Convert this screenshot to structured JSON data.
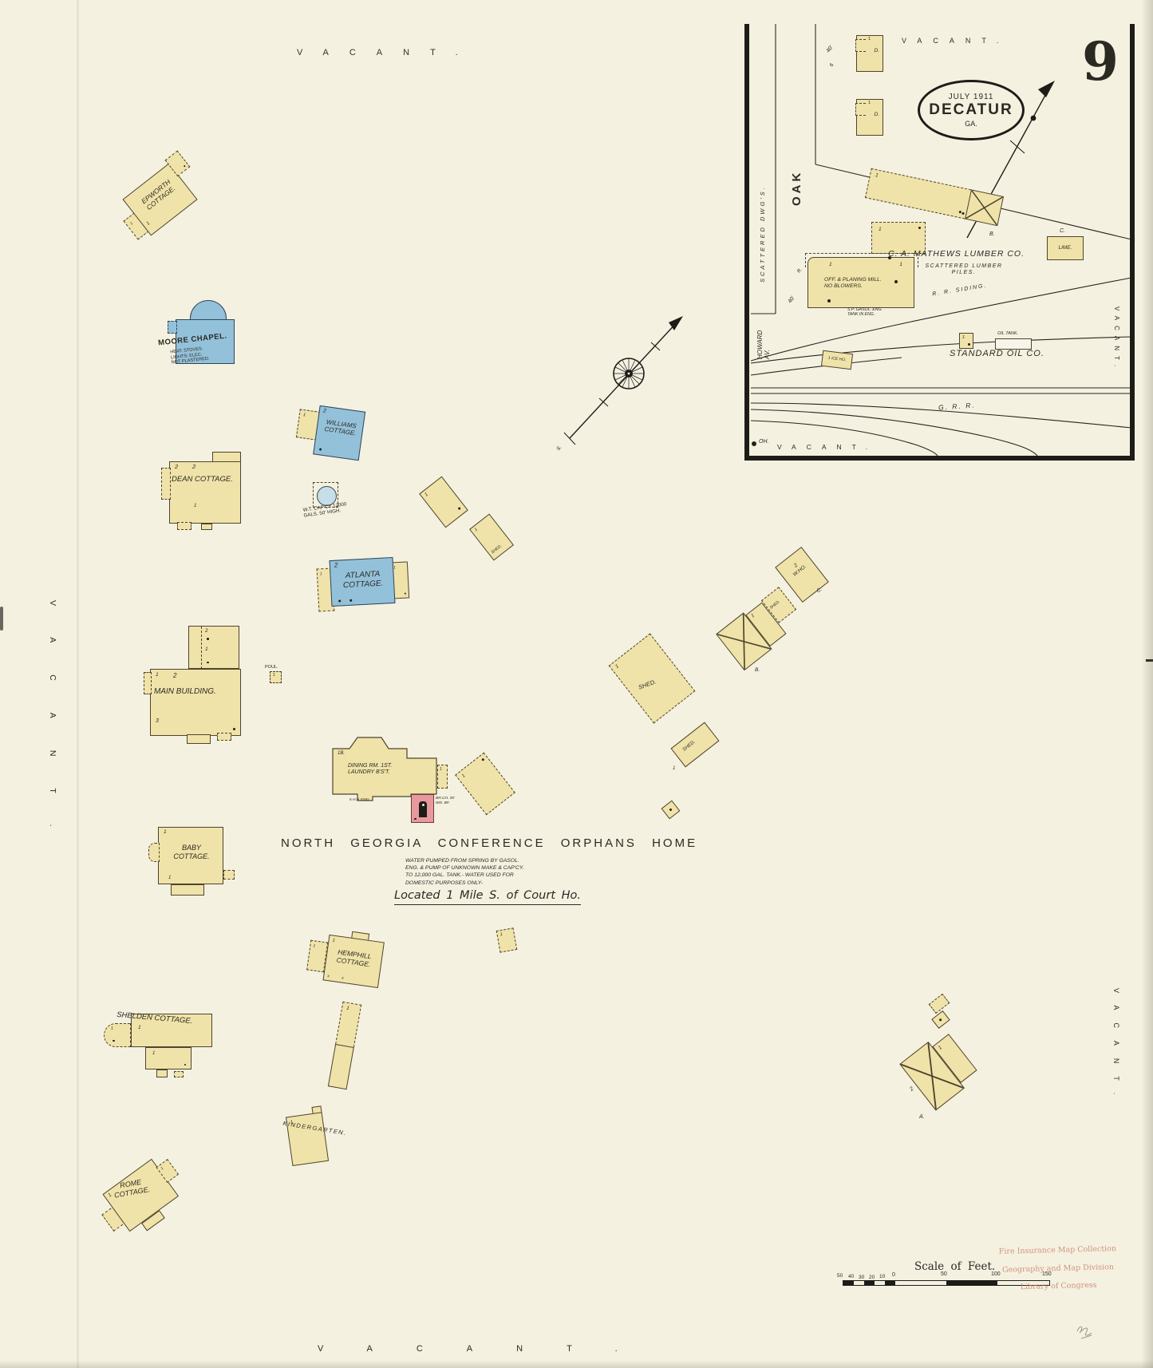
{
  "page": {
    "sheet_number": "9",
    "stamp": {
      "line1": "Fire Insurance Map Collection",
      "line2": "Geography and Map Division",
      "line3": "Library of Congress"
    }
  },
  "title_oval": {
    "date": "JULY 1911",
    "city": "DECATUR",
    "state": "GA."
  },
  "vacant": {
    "label": "VACANT."
  },
  "marks": {
    "one": "1",
    "two": "2",
    "three": "3",
    "a": "A.",
    "b": "B.",
    "c": "C.",
    "d": "D.",
    "x": "x",
    "s": "S."
  },
  "inset": {
    "streets": {
      "oak": "OAK",
      "howard": "HOWARD\nAV.",
      "scattered_dwgs": "SCATTERED  DWG'S."
    },
    "railroad": {
      "siding": "R.  R.  SIDING.",
      "grr": "G.  R.  R.",
      "oh": "OH."
    },
    "lumber": {
      "company": "C. A. MATHEWS LUMBER CO.",
      "piles": "SCATTERED   LUMBER\nPILES.",
      "mill": "OFF. & PLANING MILL.\nNO BLOWERS.",
      "gasol": "S.P. GASOL. ENG.\nTANK IN ENG.",
      "lime": "LIME.",
      "width40": "40'",
      "r": "R.",
      "six": "6"
    },
    "oil": {
      "company": "STANDARD OIL CO.",
      "tank": "OIL TANK.",
      "ice": "1 ICE HO."
    }
  },
  "campus": {
    "epworth": {
      "label": "EPWORTH\nCOTTAGE."
    },
    "moore": {
      "label": "MOORE CHAPEL.",
      "notes": "HEAT: STOVES.\nLIGHTS: ELEC.\nNOT PLASTERED."
    },
    "williams": {
      "label": "WILLIAMS\nCOTTAGE."
    },
    "dean": {
      "label": "DEAN COTTAGE."
    },
    "tank": {
      "label": "W.T. CAP'CY 12000\nGALS. 50' HIGH."
    },
    "atlanta": {
      "label": "ATLANTA\nCOTTAGE."
    },
    "main": {
      "label": "MAIN BUILDING."
    },
    "dining": {
      "label": "DINING RM. 1ST.\nLAUNDRY B'S'T.",
      "floor": "1B.",
      "eng": "6 H.P. ENG.",
      "boiler": "BR.CH. 35'\nWD. BF."
    },
    "baby": {
      "label": "BABY\nCOTTAGE."
    },
    "hemphill": {
      "label": "HEMPHILL\nCOTTAGE."
    },
    "shelden": {
      "label": "SHELDEN COTTAGE."
    },
    "kindergarten": {
      "label": "KINDERGARTEN."
    },
    "rome": {
      "label": "ROME\nCOTTAGE."
    },
    "shed": {
      "label": "SHED."
    },
    "who": {
      "label": "2\nW.HO."
    },
    "poul": {
      "label": "POUL."
    }
  },
  "home_text": {
    "title": "NORTH  GEORGIA  CONFERENCE  ORPHANS  HOME",
    "notes": "WATER PUMPED FROM SPRING BY GASOL.\nENG. & PUMP OF UNKNOWN MAKE & CAP'CY.\nTO 12,000 GAL. TANK.- WATER USED FOR\nDOMESTIC PURPOSES ONLY-",
    "located": "Located 1 Mile S. of Court Ho."
  },
  "scale": {
    "title": "Scale of Feet.",
    "minor": [
      "50",
      "40",
      "30",
      "20",
      "10",
      "0"
    ],
    "major": [
      "50",
      "100",
      "150"
    ]
  }
}
